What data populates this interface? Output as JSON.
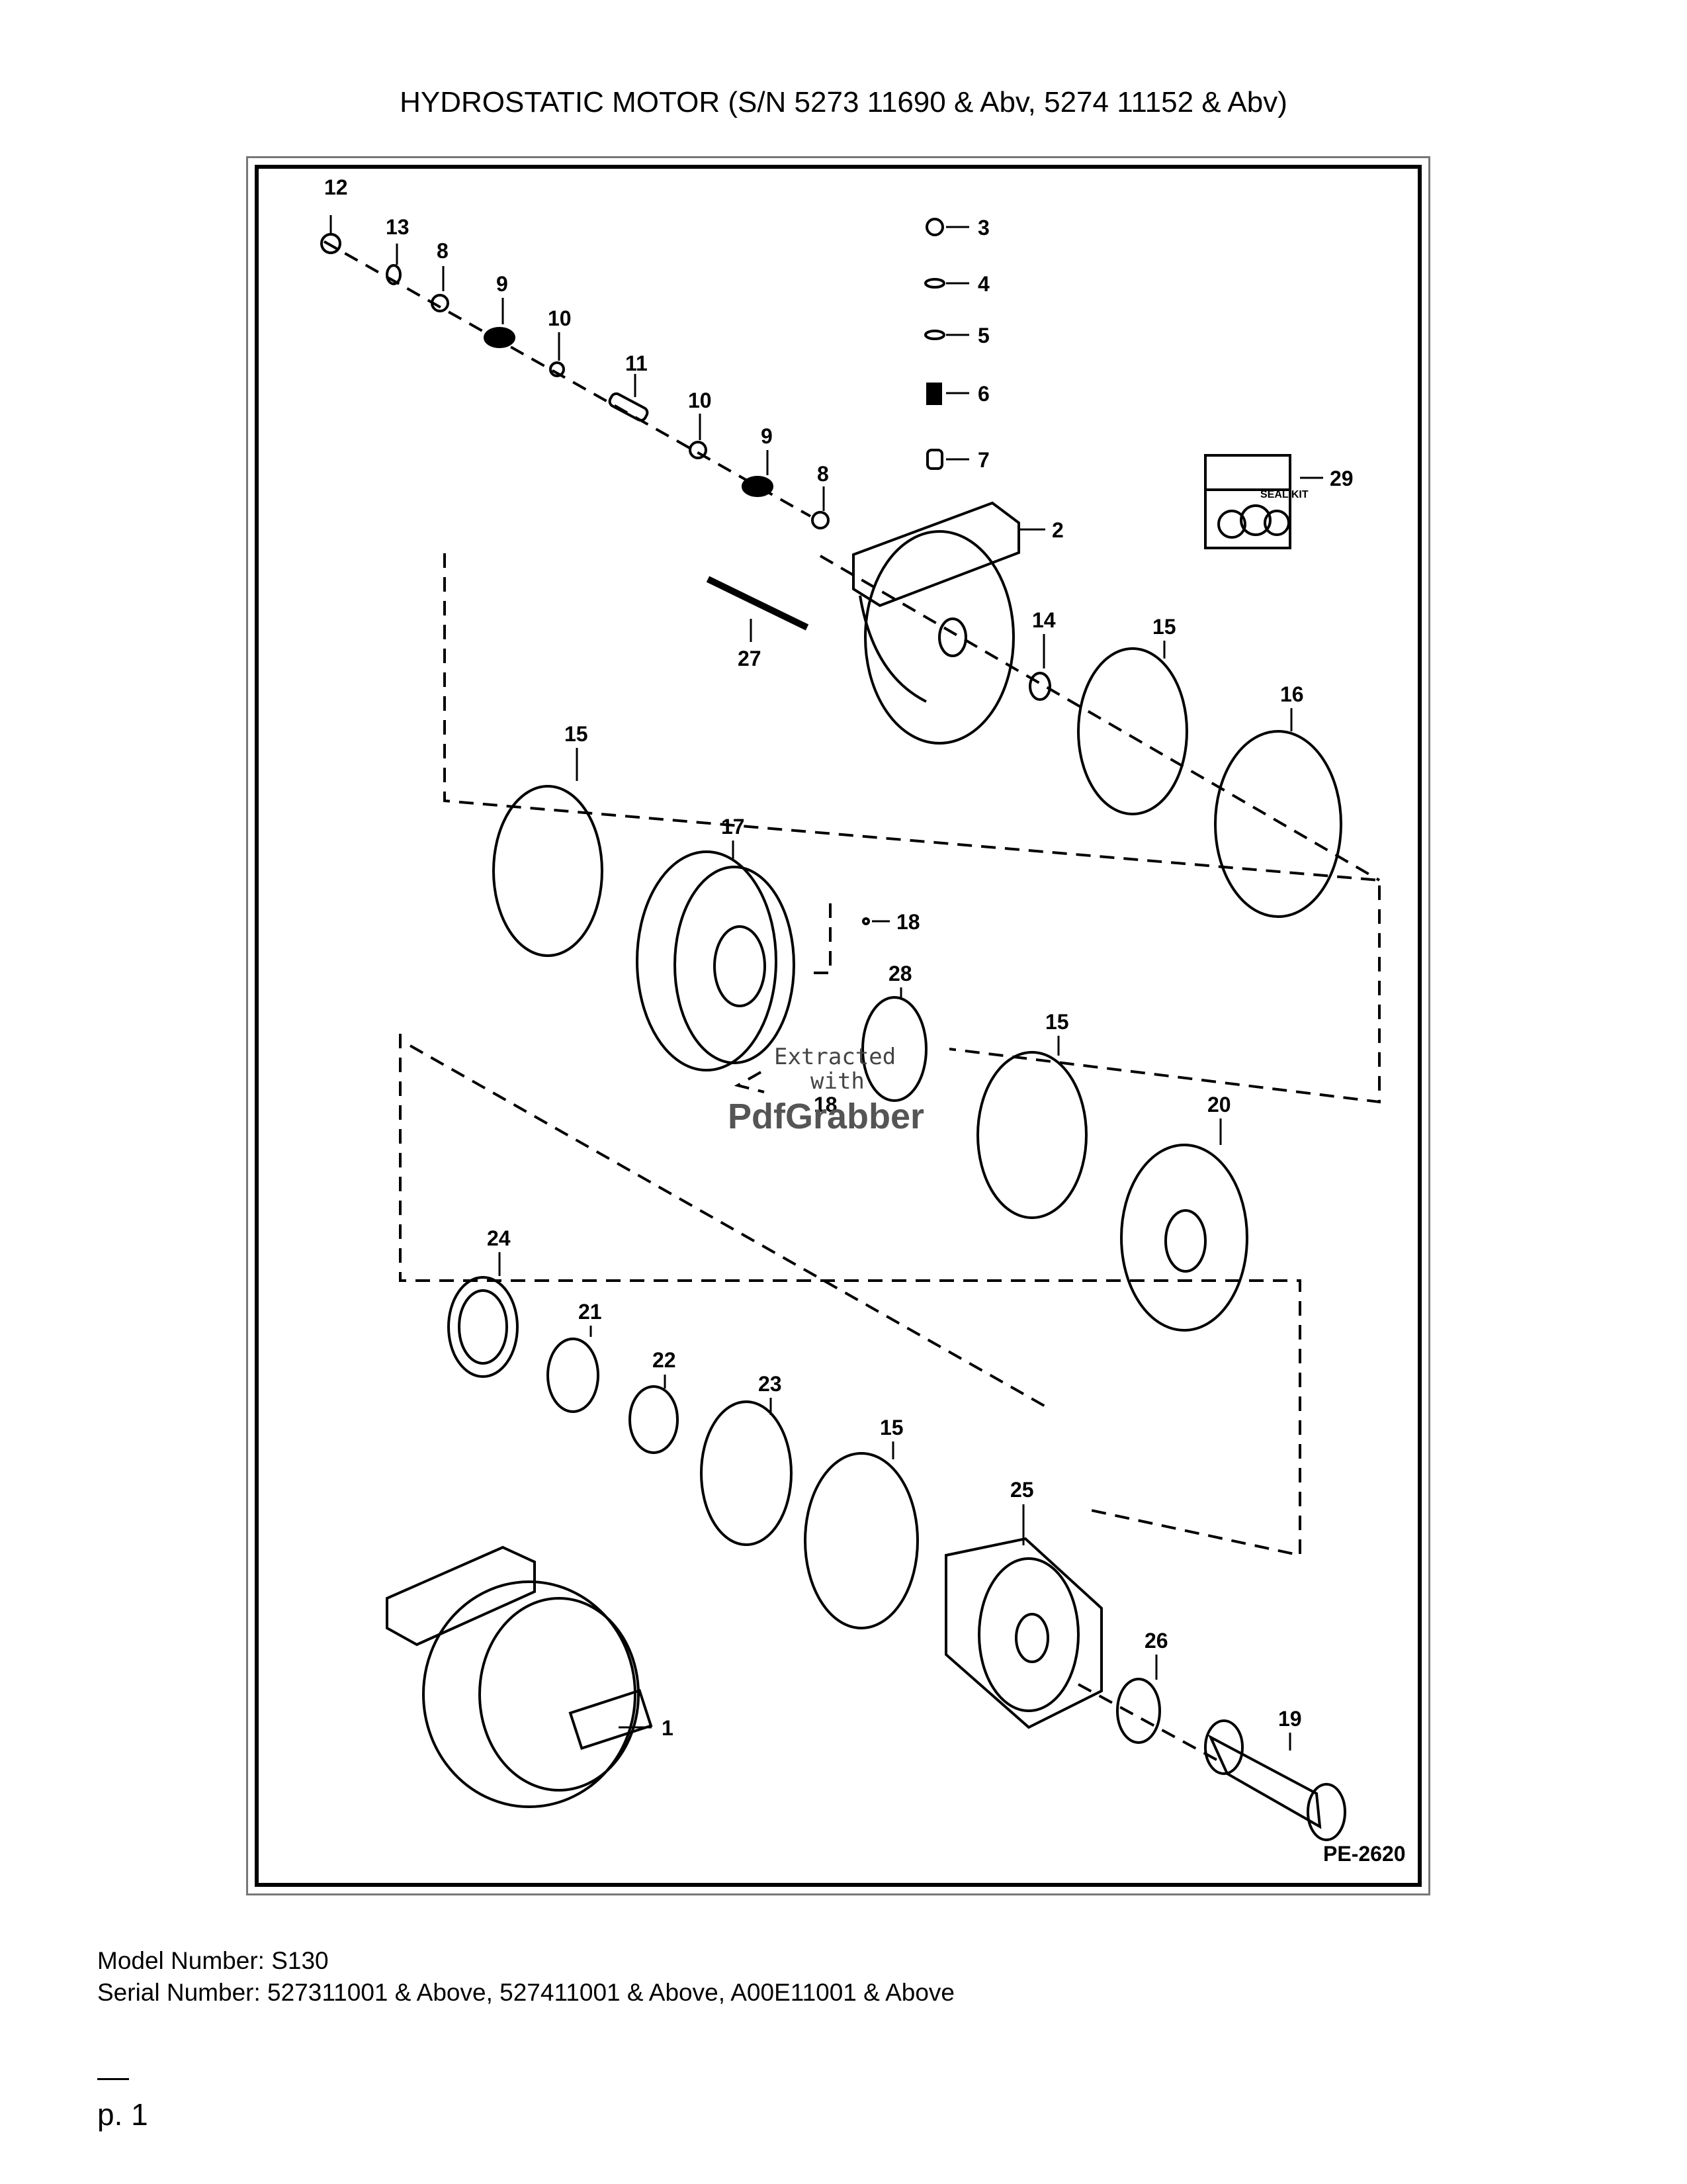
{
  "title": "HYDROSTATIC MOTOR (S/N 5273 11690 & Abv, 5274 11152 & Abv)",
  "figure_code": "PE-2620",
  "seal_kit_label": "SEAL KIT",
  "watermark": {
    "line1": "Extracted",
    "line2": "with",
    "brand": "PdfGrabber"
  },
  "callouts": [
    "12",
    "13",
    "8",
    "9",
    "10",
    "11",
    "10",
    "9",
    "8",
    "3",
    "4",
    "5",
    "6",
    "7",
    "29",
    "2",
    "27",
    "14",
    "15",
    "16",
    "15",
    "17",
    "18",
    "28",
    "15",
    "18",
    "20",
    "24",
    "21",
    "22",
    "23",
    "15",
    "25",
    "26",
    "19",
    "1"
  ],
  "footer": {
    "model": "Model Number: S130",
    "serial": "Serial Number: 527311001 & Above, 527411001 & Above, A00E11001 & Above"
  },
  "page_number": "p. 1"
}
